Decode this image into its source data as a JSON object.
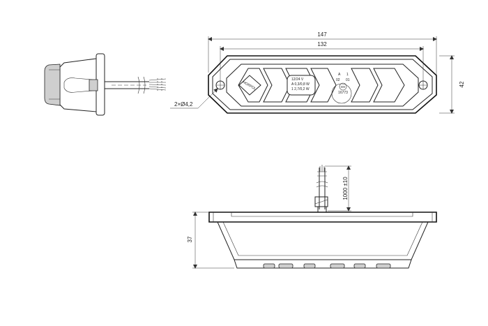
{
  "dimensions": {
    "width_total": "147",
    "width_inner": "132",
    "height": "42",
    "holes": "2×Ø4,2",
    "cable_length": "1000 ±10",
    "depth": "37"
  },
  "label": {
    "brand": "HORPOL",
    "voltage": "12/24 V",
    "spec_a": "A 0,3/0,8 W",
    "spec_b": "1 2,7/0,2 W",
    "code_a": "A",
    "code_1": "1",
    "code_02": "02",
    "code_01": "01",
    "approval_mark": "E9",
    "approval_number": "16773"
  }
}
